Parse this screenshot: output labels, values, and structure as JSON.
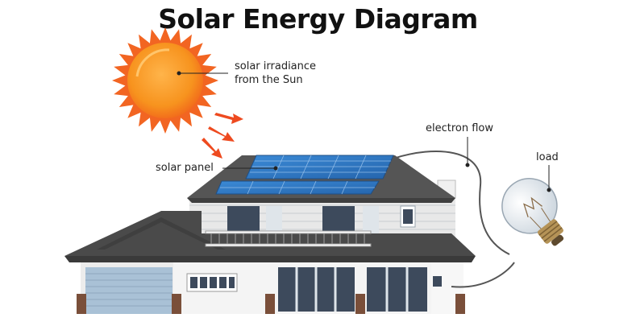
{
  "title": "Solar Energy Diagram",
  "labels": {
    "irradiance_line1": "solar irradiance",
    "irradiance_line2": "from the Sun",
    "electron_flow": "electron flow",
    "load": "load",
    "solar_panel": "solar panel"
  },
  "colors": {
    "sun_core": "#f7931e",
    "sun_rays": "#f26522",
    "panel": "#2f78c4",
    "roof": "#4a4a4a",
    "wall": "#f4f4f4",
    "siding": "#c9cdd3",
    "glass": "#3d4a5c",
    "arrow": "#ee4a1f"
  },
  "icons": [
    "sun-icon",
    "arrow-icon",
    "solar-panel-icon",
    "house-icon",
    "light-bulb-icon"
  ]
}
